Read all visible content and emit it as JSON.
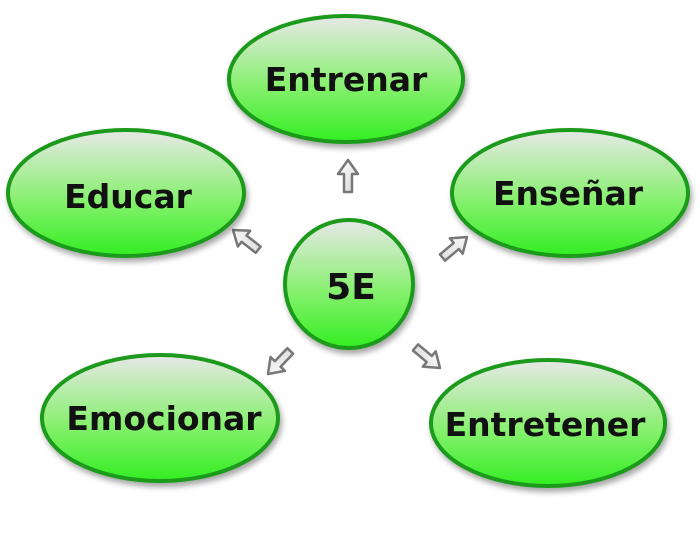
{
  "diagram": {
    "center": {
      "label": "5E"
    },
    "nodes": [
      {
        "id": "entrenar",
        "label": "Entrenar"
      },
      {
        "id": "educar",
        "label": "Educar"
      },
      {
        "id": "ensenar",
        "label": "Enseñar"
      },
      {
        "id": "emocionar",
        "label": "Emocionar"
      },
      {
        "id": "entretener",
        "label": "Entretener"
      }
    ],
    "colors": {
      "fill_top": "#e8e8e8",
      "fill_bottom": "#33ee22",
      "border": "#1a9a1a",
      "arrow_stroke": "#777777",
      "arrow_fill": "#ffffff"
    }
  }
}
